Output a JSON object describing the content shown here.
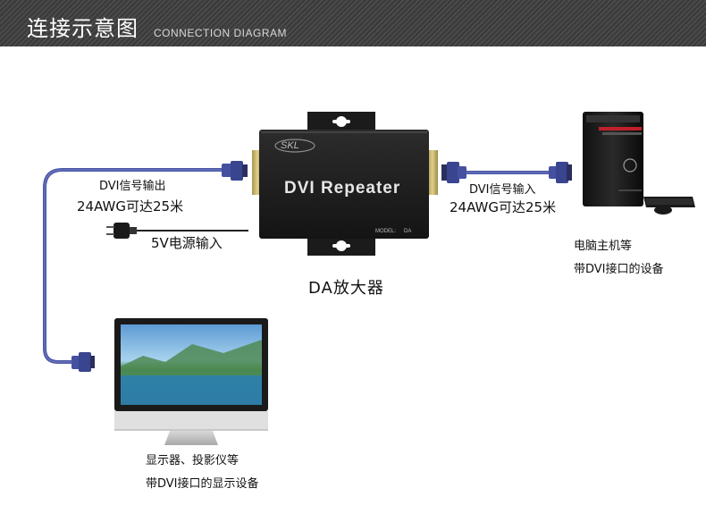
{
  "header": {
    "title": "连接示意图",
    "subtitle": "CONNECTION DIAGRAM"
  },
  "device": {
    "brand_logo": "SKL",
    "label": "DVI Repeater",
    "model_label": "MODEL:",
    "model_value": "DA",
    "caption": "DA放大器"
  },
  "left_cable": {
    "line1": "DVI信号输出",
    "line2": "24AWG可达25米"
  },
  "power": {
    "label": "5V电源输入"
  },
  "right_cable": {
    "line1": "DVI信号输入",
    "line2": "24AWG可达25米"
  },
  "pc": {
    "line1": "电脑主机等",
    "line2": "带DVI接口的设备"
  },
  "display": {
    "line1": "显示器、投影仪等",
    "line2": "带DVI接口的显示设备"
  },
  "colors": {
    "cable": "#4a56a6",
    "device_body": "#1e1e1e",
    "connector_gold": "#c9b46a",
    "header_bg": "#404040"
  }
}
